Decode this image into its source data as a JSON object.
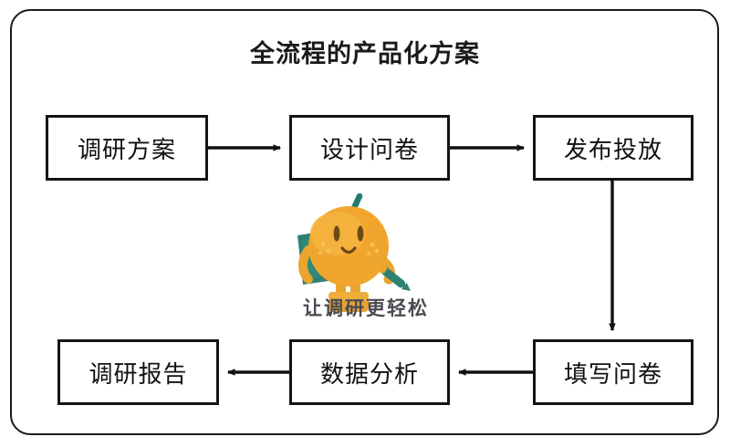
{
  "diagram": {
    "title": "全流程的产品化方案",
    "type": "flowchart",
    "frame_color": "#1b1b1b",
    "node_border_color": "#141414",
    "node_text_color": "#111111",
    "background": "#ffffff",
    "nodes": [
      {
        "id": "node-0",
        "label": "调研方案"
      },
      {
        "id": "node-1",
        "label": "设计问卷"
      },
      {
        "id": "node-2",
        "label": "发布投放"
      },
      {
        "id": "node-3",
        "label": "填写问卷"
      },
      {
        "id": "node-4",
        "label": "数据分析"
      },
      {
        "id": "node-5",
        "label": "调研报告"
      }
    ],
    "edges": [
      {
        "from": "调研方案",
        "to": "设计问卷",
        "direction": "right"
      },
      {
        "from": "设计问卷",
        "to": "发布投放",
        "direction": "right"
      },
      {
        "from": "发布投放",
        "to": "填写问卷",
        "direction": "down"
      },
      {
        "from": "填写问卷",
        "to": "数据分析",
        "direction": "left"
      },
      {
        "from": "数据分析",
        "to": "调研报告",
        "direction": "left"
      }
    ]
  },
  "mascot": {
    "name": "orange-mascot",
    "tagline": "让调研更轻松",
    "tagline_color": "#4a4a52",
    "body_color": "#F0A62C",
    "body_highlight": "#F7BE4A",
    "check_color": "#1F7F6E",
    "clipboard_color": "#2E8074",
    "pen_color": "#2E8074",
    "foot_color": "#E0A032",
    "face_color": "#6B4A16"
  }
}
